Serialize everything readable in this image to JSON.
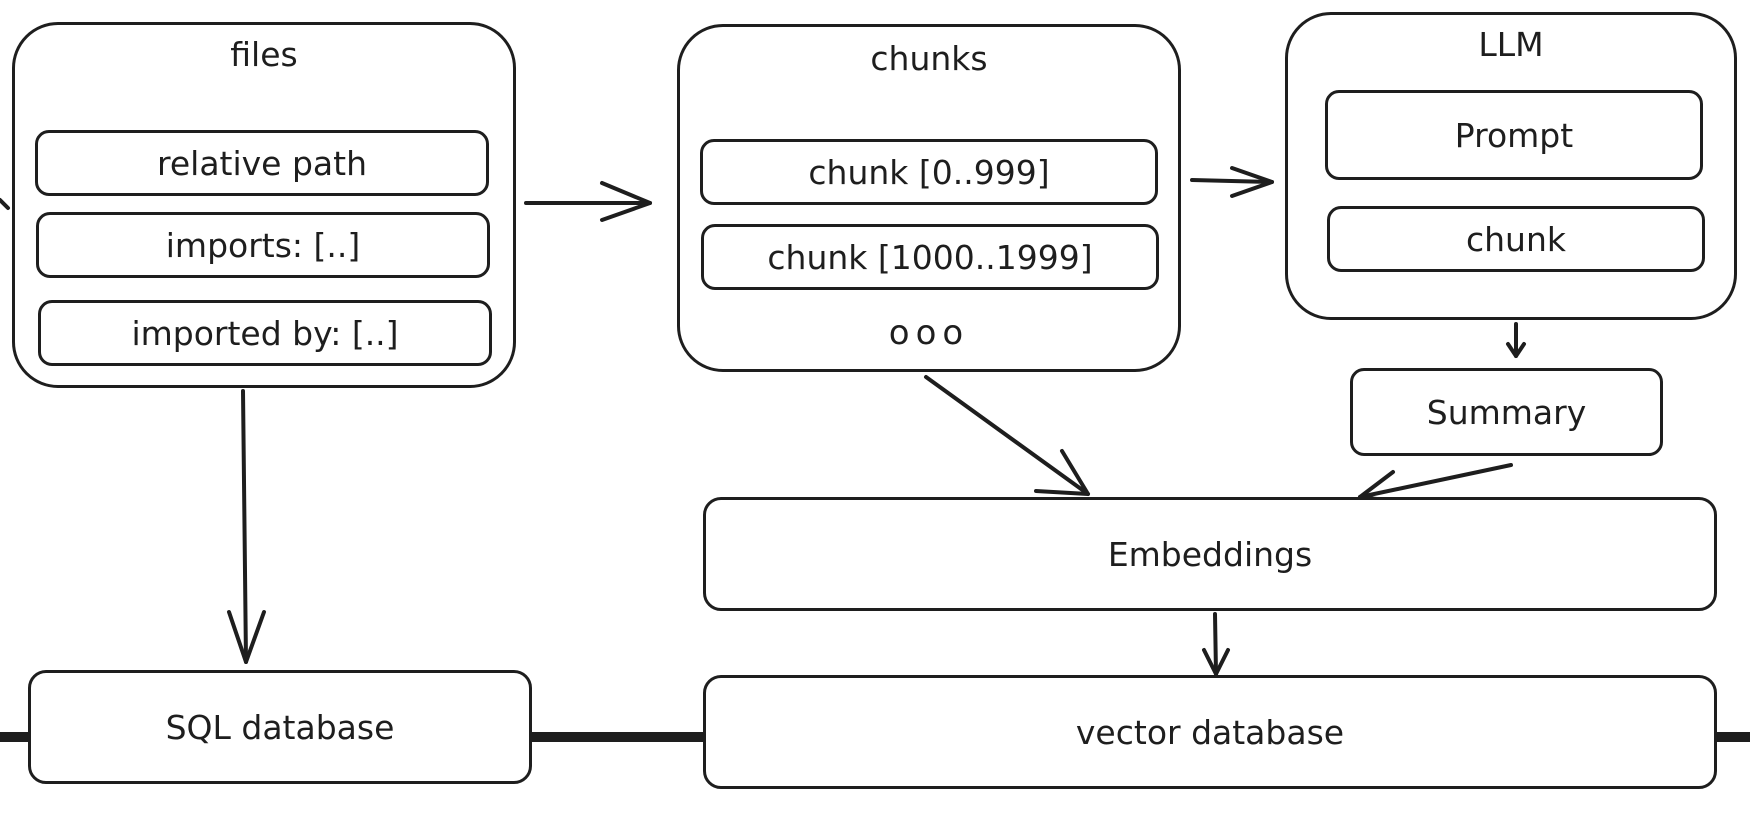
{
  "files": {
    "title": "files",
    "fields": [
      "relative path",
      "imports: [..]",
      "imported by: [..]"
    ]
  },
  "chunks": {
    "title": "chunks",
    "items": [
      "chunk [0..999]",
      "chunk [1000..1999]"
    ],
    "more": "ooo"
  },
  "llm": {
    "title": "LLM",
    "items": [
      "Prompt",
      "chunk"
    ]
  },
  "summary": {
    "label": "Summary"
  },
  "embeddings": {
    "label": "Embeddings"
  },
  "sql_db": {
    "label": "SQL database"
  },
  "vector_db": {
    "label": "vector database"
  },
  "colors": {
    "stroke": "#1e1e1e",
    "background": "#ffffff"
  }
}
